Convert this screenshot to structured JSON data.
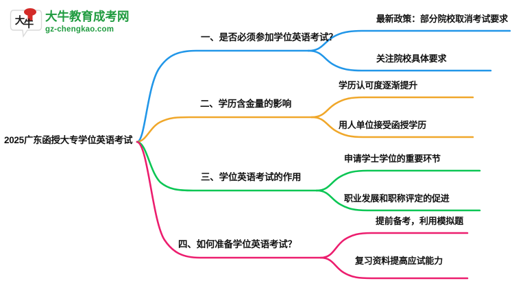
{
  "logo": {
    "mark_text": "大牛",
    "title": "大牛教育成考网",
    "domain": "gz-chengkao.com",
    "brand_color": "#1f9b3f",
    "accent_color": "#d32b28"
  },
  "mindmap": {
    "central": {
      "label": "2025广东函授大专学位英语考试"
    },
    "branches": [
      {
        "label": "一、是否必须参加学位英语考试？",
        "color": "#2196e8",
        "children": [
          {
            "label": "最新政策：部分院校取消考试要求"
          },
          {
            "label": "关注院校具体要求"
          }
        ]
      },
      {
        "label": "二、学历含金量的影响",
        "color": "#f0a72a",
        "children": [
          {
            "label": "学历认可度逐渐提升"
          },
          {
            "label": "用人单位接受函授学历"
          }
        ]
      },
      {
        "label": "三、学位英语考试的作用",
        "color": "#0bc654",
        "children": [
          {
            "label": "申请学士学位的重要环节"
          },
          {
            "label": "职业发展和职称评定的促进"
          }
        ]
      },
      {
        "label": "四、如何准备学位英语考试？",
        "color": "#ec1d6e",
        "children": [
          {
            "label": "提前备考，利用模拟题"
          },
          {
            "label": "复习资料提高应试能力"
          }
        ]
      }
    ]
  }
}
